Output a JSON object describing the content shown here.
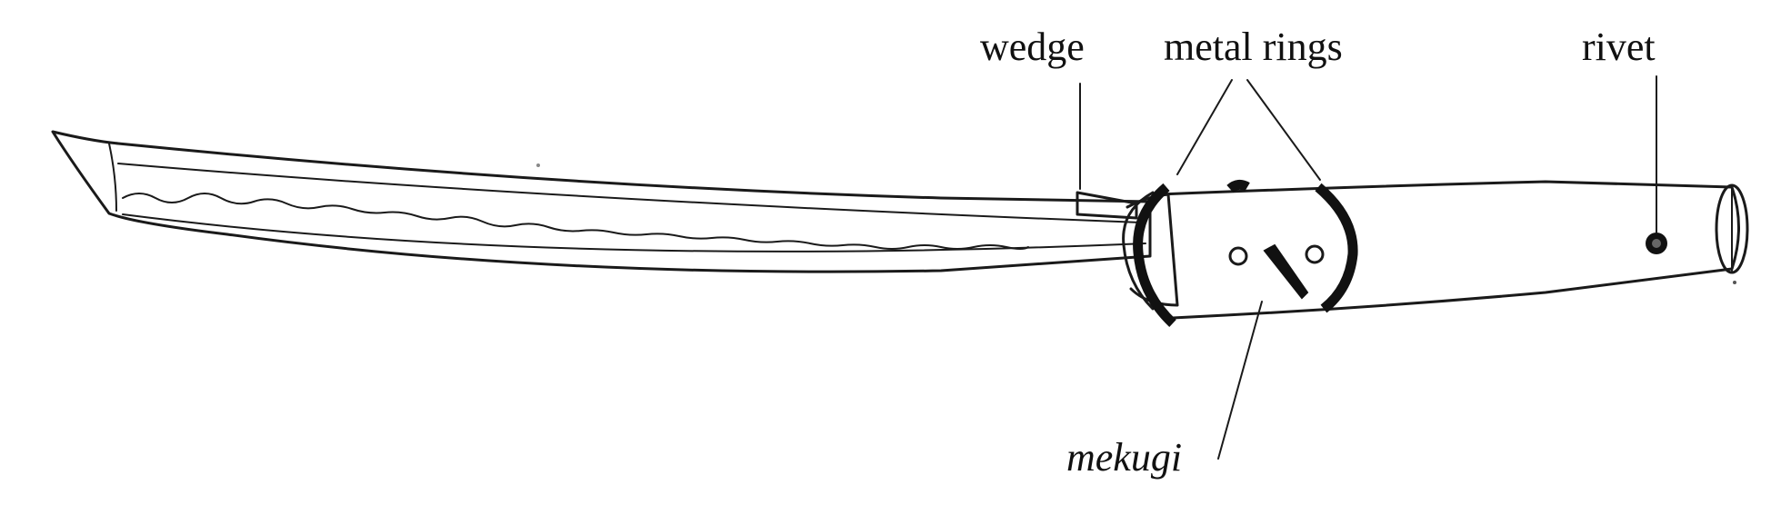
{
  "labels": {
    "wedge": "wedge",
    "metal_rings": "metal rings",
    "rivet": "rivet",
    "mekugi": "mekugi"
  },
  "colors": {
    "ink": "#1a1a1a",
    "background": "#ffffff"
  }
}
